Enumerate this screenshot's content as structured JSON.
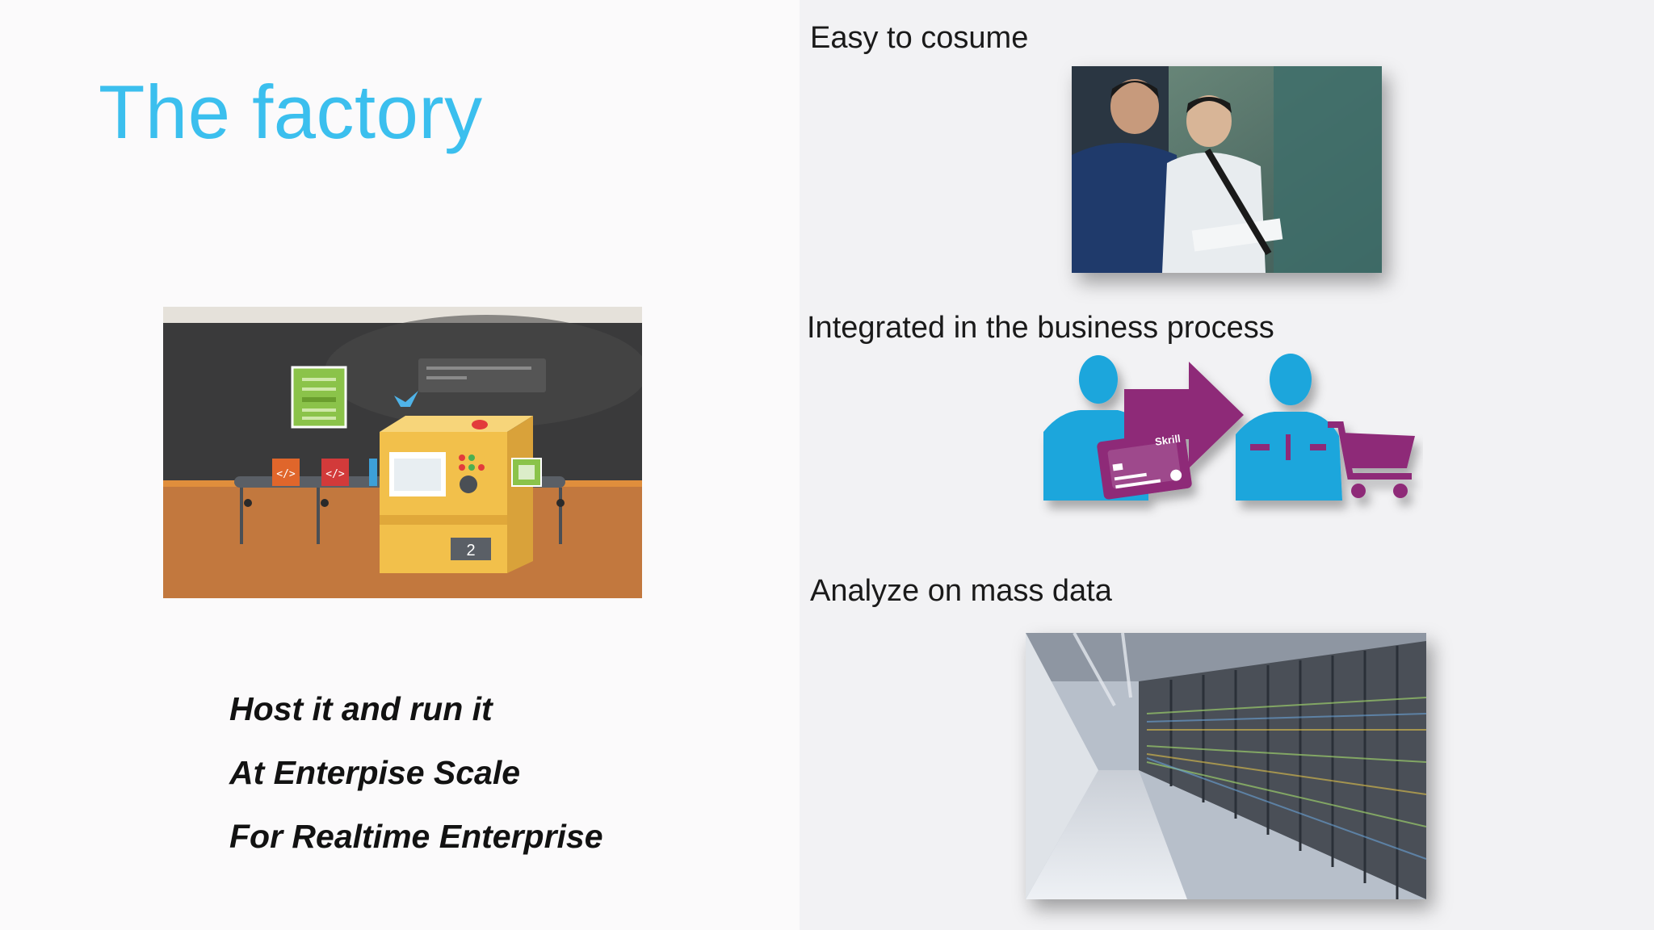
{
  "slide": {
    "title": "The factory",
    "taglines": [
      "Host it and run it",
      "At Enterpise Scale",
      "For Realtime Enterprise"
    ]
  },
  "sections": [
    {
      "heading": "Easy to cosume",
      "image": "two-people-tablet-photo"
    },
    {
      "heading": "Integrated in the business process",
      "image": "payment-flow-illustration",
      "card_text": "Skrill"
    },
    {
      "heading": "Analyze on mass data",
      "image": "data-center-photo"
    }
  ],
  "factory_illustration": {
    "counter": "2"
  },
  "colors": {
    "title": "#3bbfee",
    "illustration_blue": "#1ba6dc",
    "illustration_purple": "#8e2a78",
    "factory_wall": "#3a3a3b",
    "factory_floor": "#c2783e",
    "machine_yellow": "#f2c04b"
  }
}
